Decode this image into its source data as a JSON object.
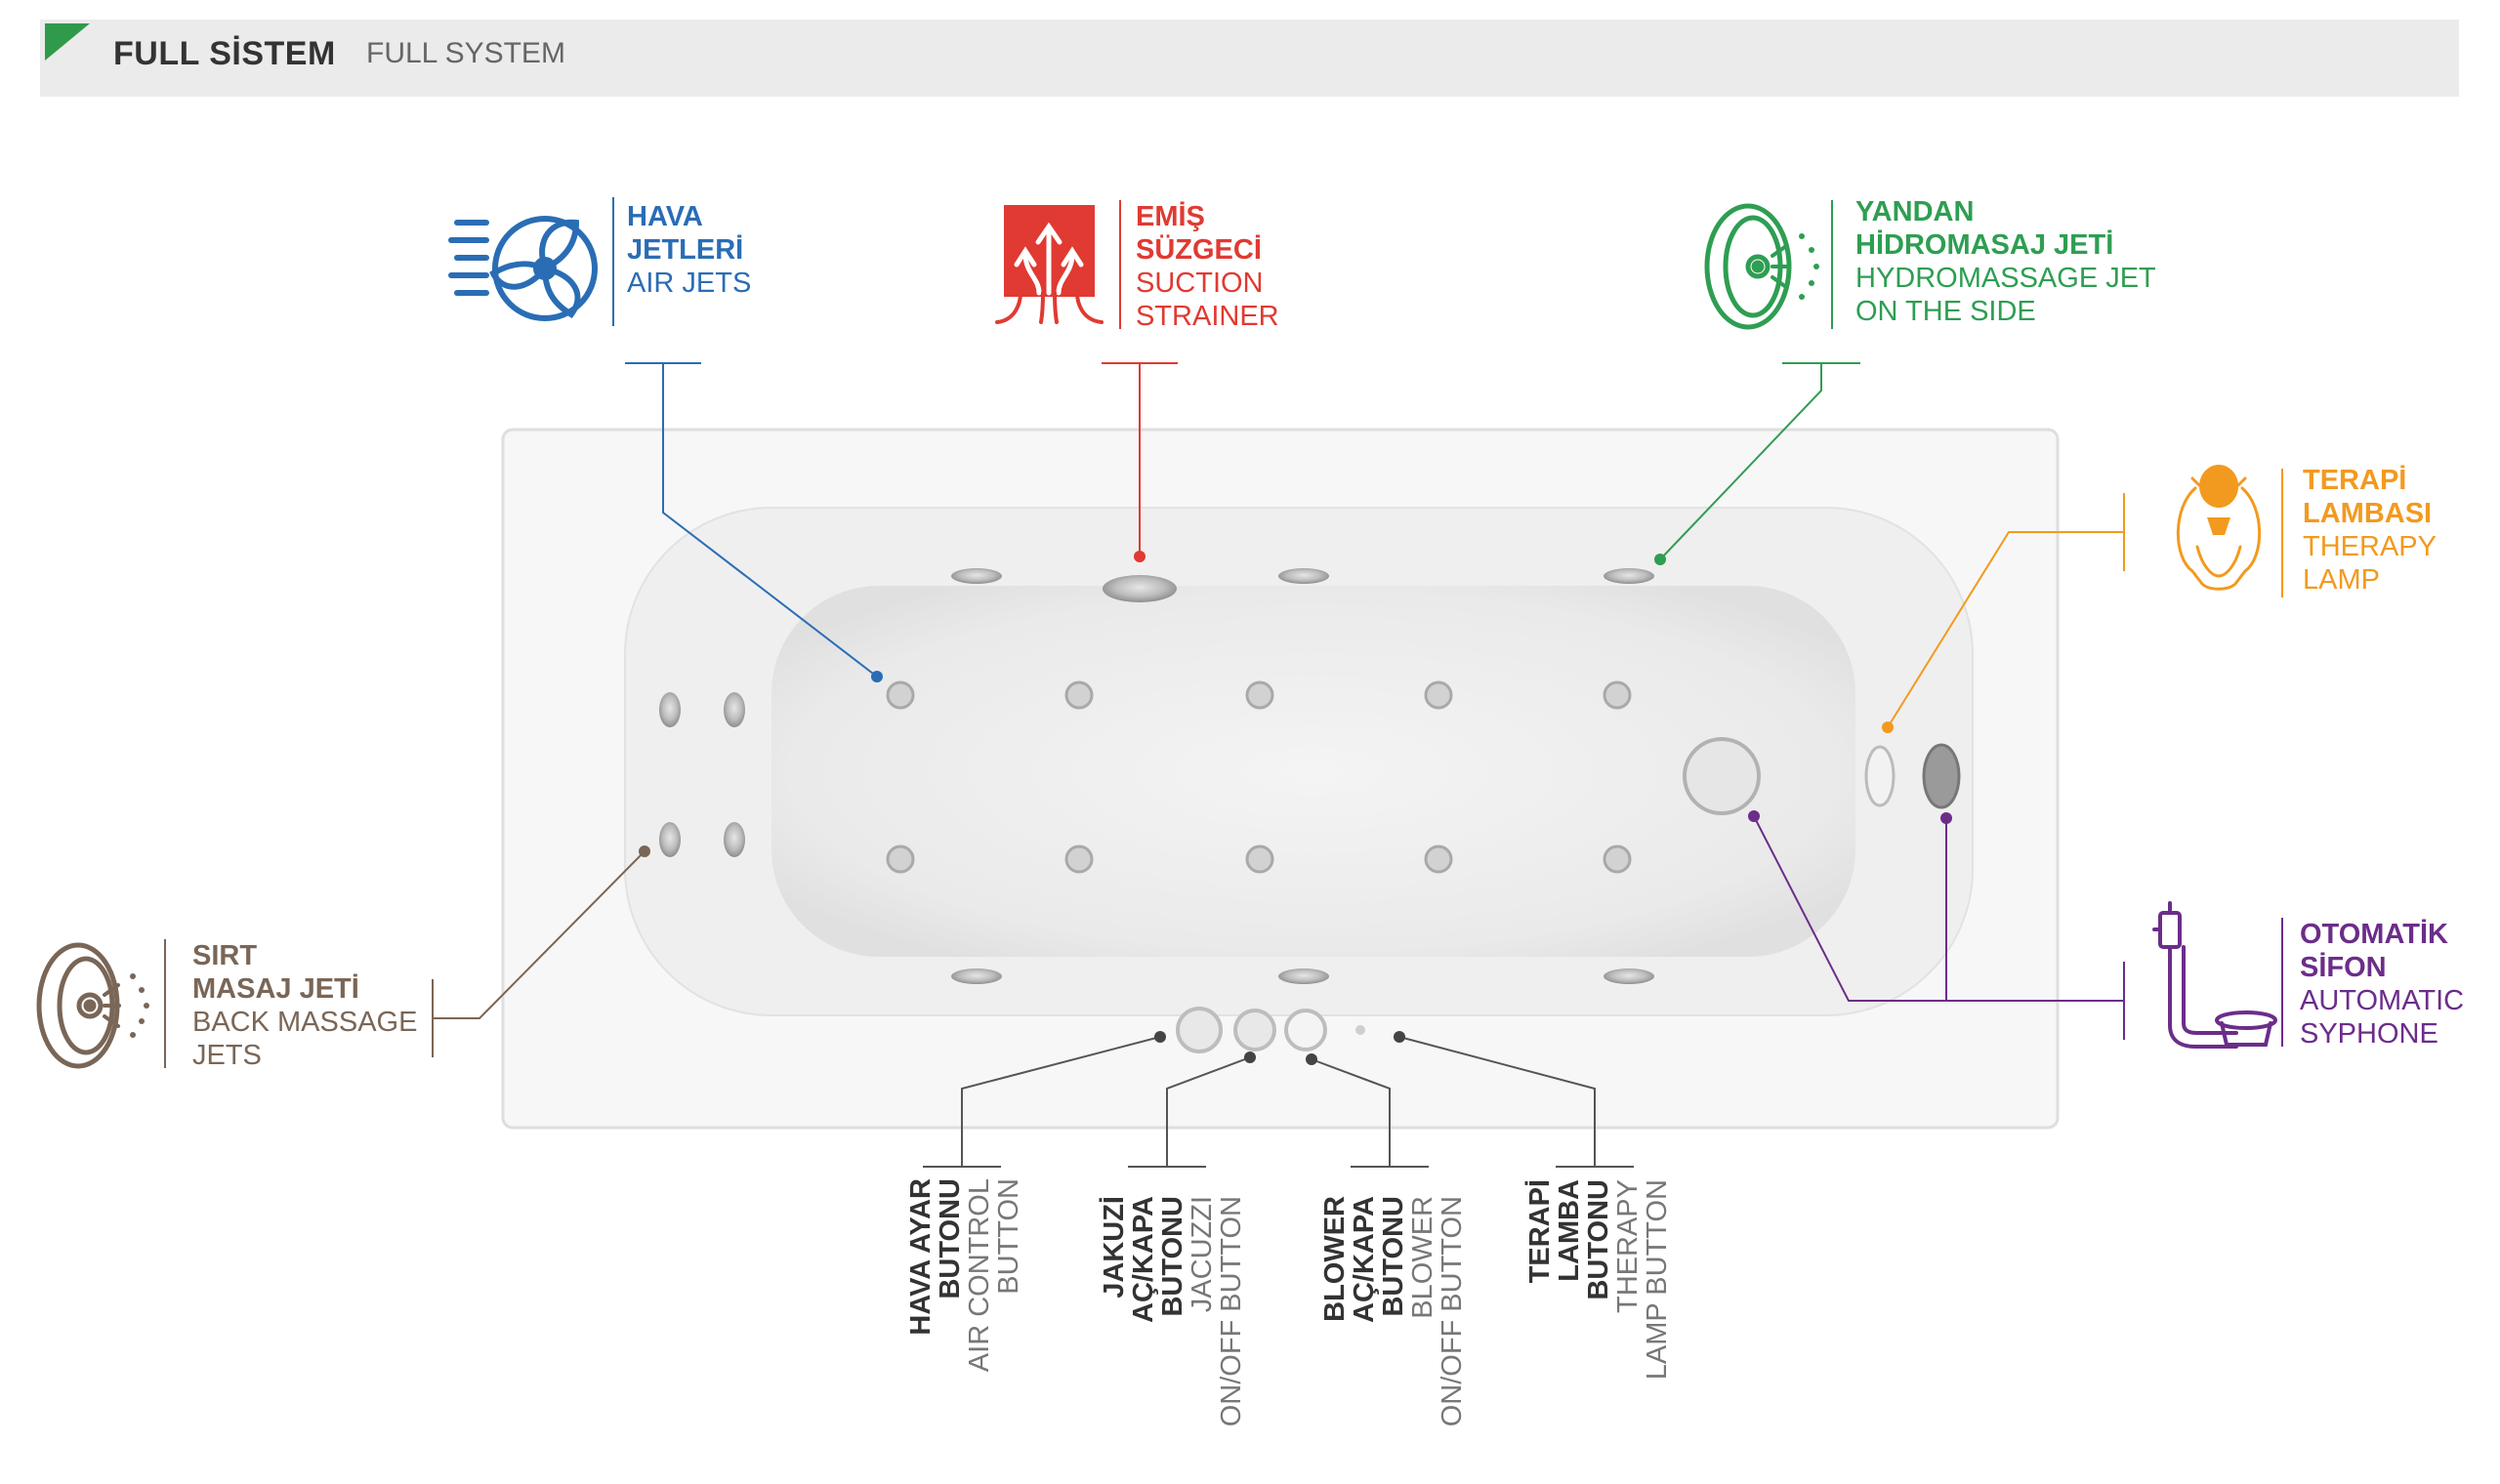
{
  "header": {
    "title": "FULL SİSTEM",
    "subtitle": "FULL SYSTEM"
  },
  "colors": {
    "blue": "#2a6db5",
    "red": "#e03a32",
    "green": "#2e9e52",
    "orange": "#f29a1f",
    "purple": "#6b2d8a",
    "brown": "#7a6656",
    "gray": "#555555"
  },
  "callouts": {
    "air_jets": {
      "tr_1": "HAVA",
      "tr_2": "JETLERİ",
      "en_1": "AIR JETS",
      "icon": "fan-icon"
    },
    "suction": {
      "tr_1": "EMİŞ",
      "tr_2": "SÜZGECİ",
      "en_1": "SUCTION",
      "en_2": "STRAINER",
      "icon": "suction-strainer-icon"
    },
    "side_jet": {
      "tr_1": "YANDAN",
      "tr_2": "HİDROMASAJ JETİ",
      "en_1": "HYDROMASSAGE JET",
      "en_2": "ON THE SIDE",
      "icon": "side-hydromassage-jet-icon"
    },
    "therapy_lamp": {
      "tr_1": "TERAPİ",
      "tr_2": "LAMBASI",
      "en_1": "THERAPY",
      "en_2": "LAMP",
      "icon": "therapy-lamp-icon"
    },
    "syphon": {
      "tr_1": "OTOMATİK",
      "tr_2": "SİFON",
      "en_1": "AUTOMATIC",
      "en_2": "SYPHONE",
      "icon": "automatic-syphon-icon"
    },
    "back_jets": {
      "tr_1": "SIRT",
      "tr_2": "MASAJ JETİ",
      "en_1": "BACK MASSAGE",
      "en_2": "JETS",
      "icon": "back-massage-jet-icon"
    }
  },
  "buttons": {
    "air_control": {
      "tr_1": "HAVA AYAR",
      "tr_2": "BUTONU",
      "en_1": "AIR CONTROL",
      "en_2": "BUTTON"
    },
    "jacuzzi": {
      "tr_1": "JAKUZİ",
      "tr_2": "AÇ/KAPA",
      "tr_3": "BUTONU",
      "en_1": "JACUZZI",
      "en_2": "ON/OFF BUTTON"
    },
    "blower": {
      "tr_1": "BLOWER",
      "tr_2": "AÇ/KAPA",
      "tr_3": "BUTONU",
      "en_1": "BLOWER",
      "en_2": "ON/OFF BUTTON"
    },
    "therapy_lamp_button": {
      "tr_1": "TERAPİ",
      "tr_2": "LAMBA",
      "tr_3": "BUTONU",
      "en_1": "THERAPY",
      "en_2": "LAMP BUTTON"
    }
  }
}
